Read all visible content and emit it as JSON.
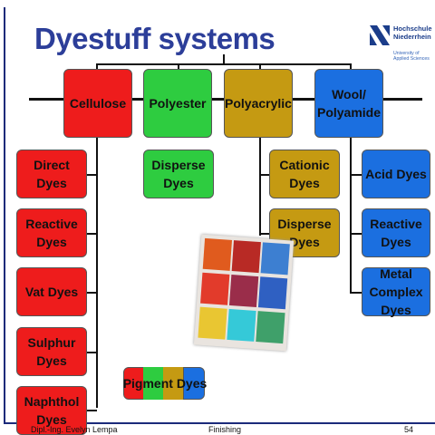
{
  "title": "Dyestuff systems",
  "logo": {
    "name_line1": "Hochschule",
    "name_line2": "Niederrhein",
    "sub_line1": "University of",
    "sub_line2": "Applied Sciences"
  },
  "categories": {
    "cellulose": "Cellulose",
    "polyester": "Polyester",
    "polyacrylic": "Polyacrylic",
    "wool_polyamide": "Wool/ Polyamide"
  },
  "cellulose_items": [
    "Direct Dyes",
    "Reactive Dyes",
    "Vat Dyes",
    "Sulphur Dyes",
    "Naphthol Dyes"
  ],
  "polyester_items": [
    "Disperse Dyes"
  ],
  "polyacrylic_items": [
    "Cationic Dyes",
    "Disperse Dyes"
  ],
  "wool_items": [
    "Acid Dyes",
    "Reactive Dyes",
    "Metal Complex Dyes"
  ],
  "pigment_label": "Pigment Dyes",
  "footer": {
    "author": "Dipl.-Ing. Evelyn Lempa",
    "topic": "Finishing",
    "page": "54"
  },
  "colors": {
    "cellulose": "#ee1c1c",
    "polyester": "#2ecc40",
    "polyacrylic": "#c59a12",
    "wool": "#1b6fe0",
    "title": "#2c3e99"
  }
}
